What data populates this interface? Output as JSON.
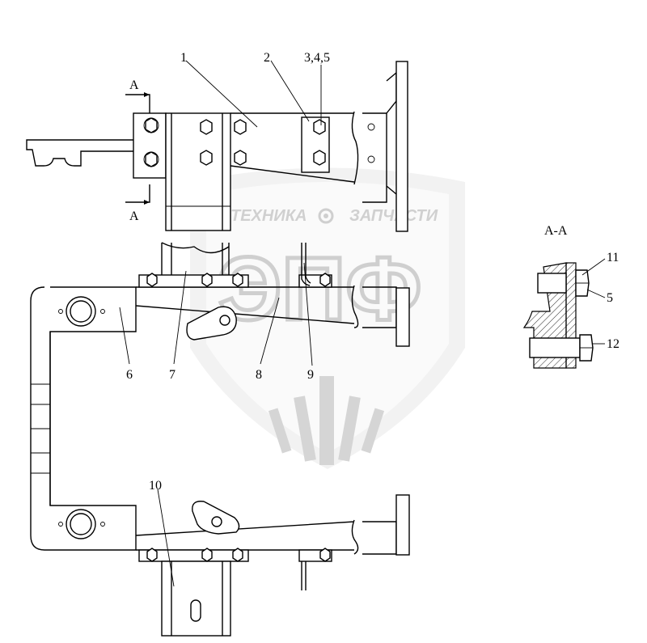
{
  "watermark": {
    "left_text": "ТЕХНИКА",
    "right_text": "ЗАПЧАСТИ",
    "big_text": "ЭПФ"
  },
  "section": {
    "title": "А-А",
    "mark_top": "А",
    "mark_bottom": "А"
  },
  "callouts": [
    {
      "id": "c1",
      "text": "1"
    },
    {
      "id": "c2",
      "text": "2"
    },
    {
      "id": "c345",
      "text": "3,4,5"
    },
    {
      "id": "c6",
      "text": "6"
    },
    {
      "id": "c7",
      "text": "7"
    },
    {
      "id": "c8",
      "text": "8"
    },
    {
      "id": "c9",
      "text": "9"
    },
    {
      "id": "c10",
      "text": "10"
    },
    {
      "id": "c11",
      "text": "11"
    },
    {
      "id": "c5",
      "text": "5"
    },
    {
      "id": "c12",
      "text": "12"
    }
  ]
}
